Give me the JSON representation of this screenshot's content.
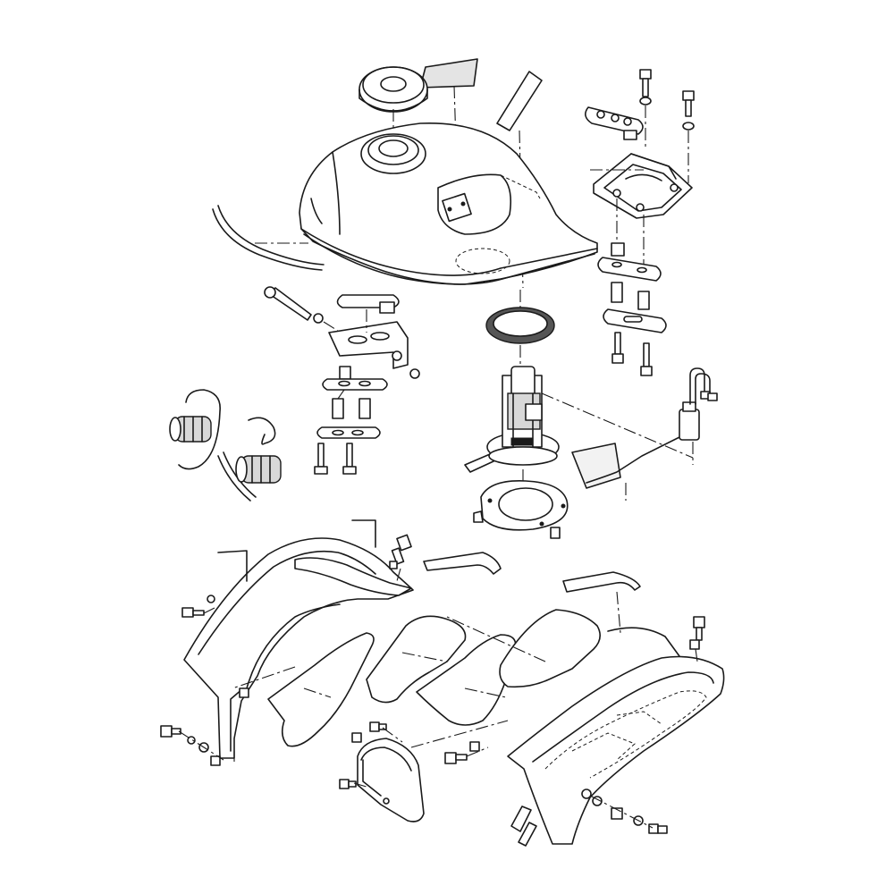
{
  "figure": {
    "kind": "exploded parts diagram",
    "line_color": "#1a1a1a",
    "background": "#ffffff",
    "labels": []
  },
  "parts": [
    {
      "id": "fuel-tank-cap-cover"
    },
    {
      "id": "decal-top"
    },
    {
      "id": "fuel-tank"
    },
    {
      "id": "tank-side-strip"
    },
    {
      "id": "front-mount-bolt"
    },
    {
      "id": "front-mount-bracket"
    },
    {
      "id": "mount-damper-stack"
    },
    {
      "id": "fuel-filler-gasket"
    },
    {
      "id": "fuel-pump-assembly"
    },
    {
      "id": "fuel-pump-wiring"
    },
    {
      "id": "fuel-pump-base-plate"
    },
    {
      "id": "rear-mount-bracket"
    },
    {
      "id": "rear-mount-bolts"
    },
    {
      "id": "hose-clamp-left"
    },
    {
      "id": "hose-clamp-right"
    },
    {
      "id": "left-side-shroud"
    },
    {
      "id": "shroud-inner-panel-1"
    },
    {
      "id": "shroud-inner-panel-2"
    },
    {
      "id": "shroud-inner-panel-3"
    },
    {
      "id": "shroud-inner-panel-4"
    },
    {
      "id": "right-side-cover"
    },
    {
      "id": "center-air-duct"
    },
    {
      "id": "foam-strip-left"
    },
    {
      "id": "foam-strip-right"
    },
    {
      "id": "shroud-fasteners"
    }
  ]
}
